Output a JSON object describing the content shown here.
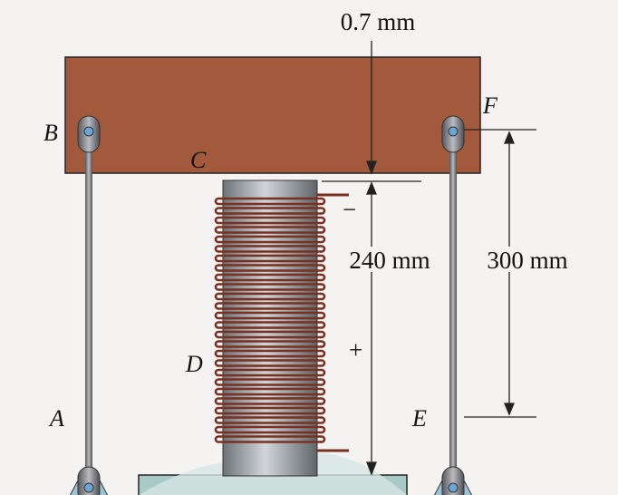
{
  "labels": {
    "points": {
      "A": "A",
      "B": "B",
      "C": "C",
      "D": "D",
      "E": "E",
      "F": "F"
    },
    "polarity": {
      "minus": "−",
      "plus": "+"
    }
  },
  "dimensions": {
    "gap": "0.7 mm",
    "cylinder_height": "240 mm",
    "rod_length": "300 mm"
  },
  "colors": {
    "beam": "#a35a3c",
    "ground": "#a9c9c6",
    "coil": "#7a3020",
    "cylinder": "#9aa0a6",
    "rod": "#6f6f74"
  }
}
